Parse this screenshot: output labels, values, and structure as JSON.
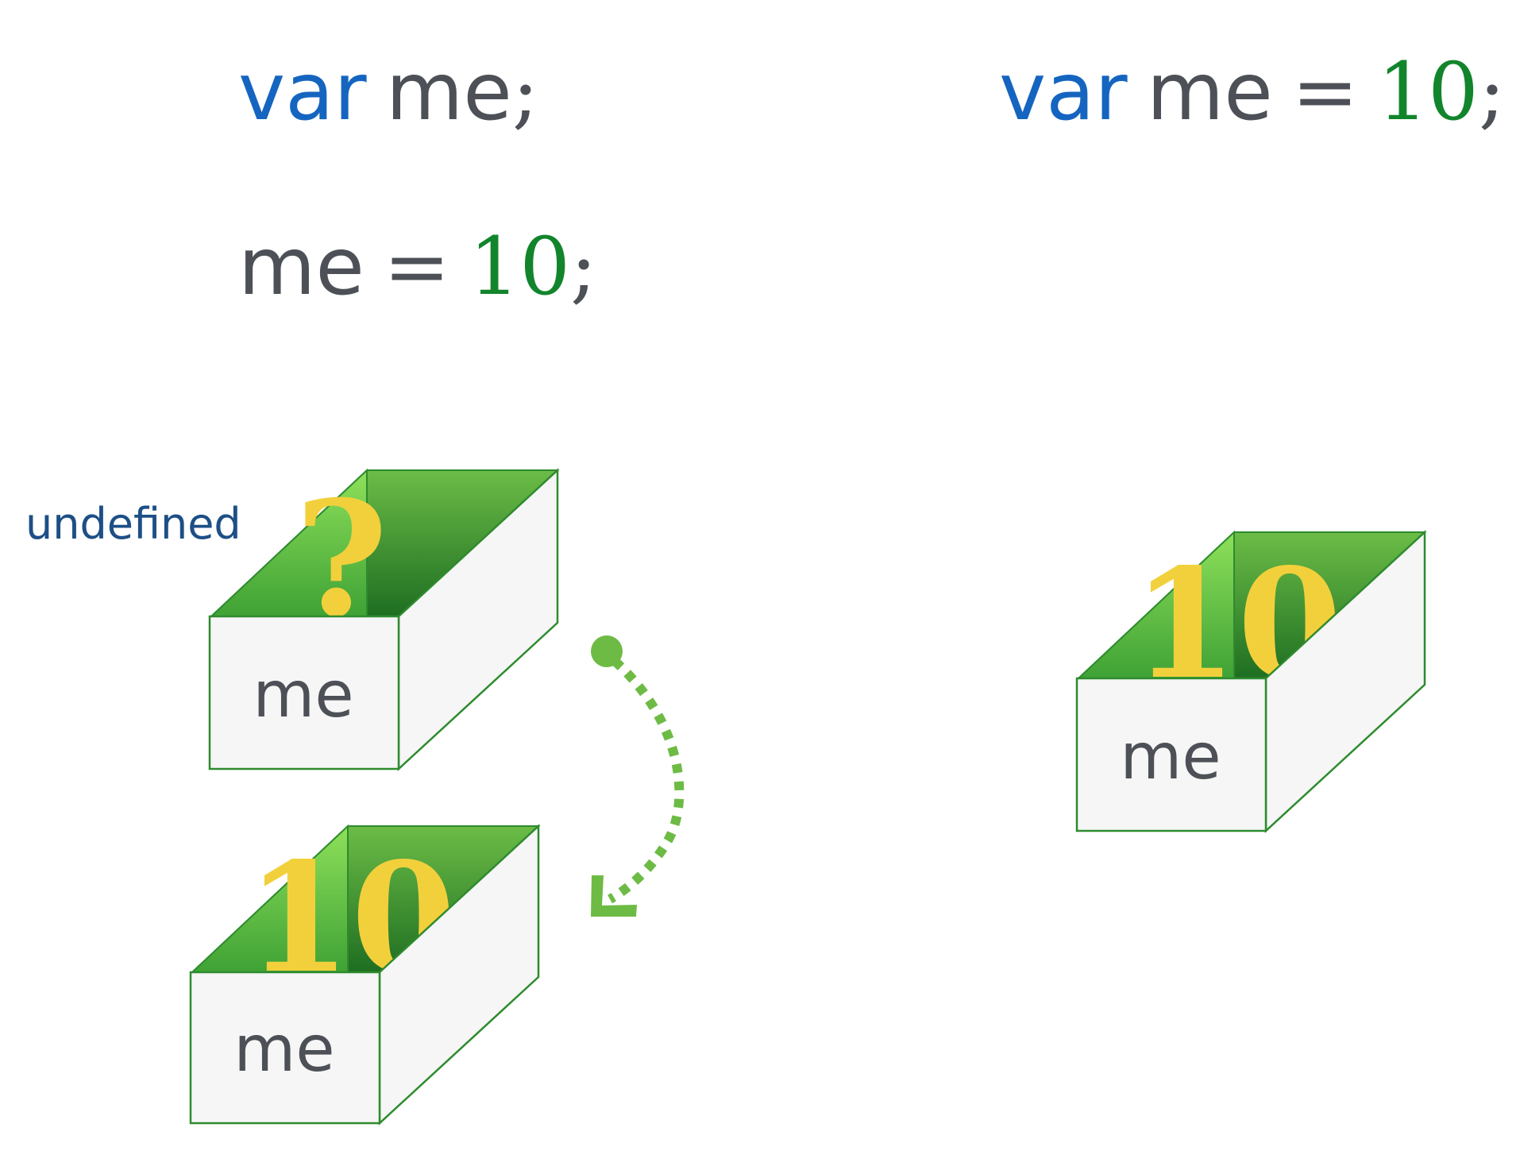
{
  "left_code": {
    "declare": {
      "keyword": "var",
      "name": "me",
      "semicolon": ";"
    },
    "assign": {
      "name": "me",
      "operator": "=",
      "value": "10",
      "semicolon": ";"
    }
  },
  "right_code": {
    "keyword": "var",
    "name": "me",
    "operator": "=",
    "value": "10",
    "semicolon": ";"
  },
  "boxes": {
    "declared": {
      "label": "me",
      "content": "?",
      "note": "undefined"
    },
    "assigned": {
      "label": "me",
      "content": "10"
    },
    "initialized": {
      "label": "me",
      "content": "10"
    }
  },
  "colors": {
    "keyword": "#1565c0",
    "identifier": "#4d5157",
    "number": "#12852c",
    "box_outline": "#2e8b2e",
    "box_face": "#f6f6f6",
    "box_top_light": "#8ee05a",
    "box_top_dark": "#1e6e22",
    "content_glyph": "#f2d03c",
    "arrow": "#6dbb45",
    "note": "#1d4f86"
  },
  "icons": {
    "transition_arrow": "dotted-curved-arrow-icon"
  }
}
